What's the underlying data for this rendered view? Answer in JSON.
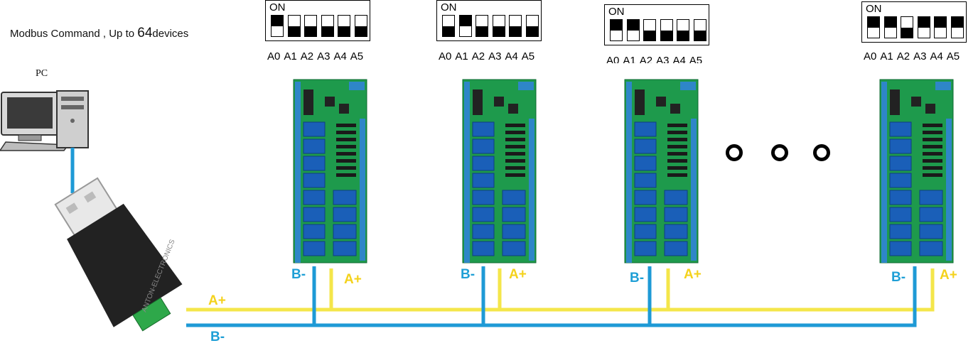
{
  "headline": {
    "prefix": "Modbus Command , Up to ",
    "count": "64",
    "suffix": "devices"
  },
  "pc_label": "PC",
  "dip_switches": [
    {
      "on_label": "ON",
      "positions": [
        "up",
        "down",
        "down",
        "down",
        "down",
        "down"
      ],
      "labels": [
        "A0",
        "A1",
        "A2",
        "A3",
        "A4",
        "A5"
      ]
    },
    {
      "on_label": "ON",
      "positions": [
        "down",
        "up",
        "down",
        "down",
        "down",
        "down"
      ],
      "labels": [
        "A0",
        "A1",
        "A2",
        "A3",
        "A4",
        "A5"
      ]
    },
    {
      "on_label": "ON",
      "positions": [
        "up",
        "up",
        "down",
        "down",
        "down",
        "down"
      ],
      "labels": [
        "A0",
        "A1",
        "A2",
        "A3",
        "A4",
        "A5"
      ]
    },
    {
      "on_label": "ON",
      "positions": [
        "up",
        "up",
        "down",
        "up",
        "up",
        "up"
      ],
      "labels": [
        "A0",
        "A1",
        "A2",
        "A3",
        "A4",
        "A5"
      ]
    }
  ],
  "wire_labels": {
    "a_plus": "A+",
    "b_minus": "B-"
  },
  "usb_adapter_text": "ANTON-ELECTRONICS",
  "colors": {
    "a_wire": "#f4e64a",
    "b_wire": "#1e9ad6",
    "pcb": "#1e9a4c",
    "relay": "#1a5fb8",
    "terminal": "#2e86c8"
  }
}
